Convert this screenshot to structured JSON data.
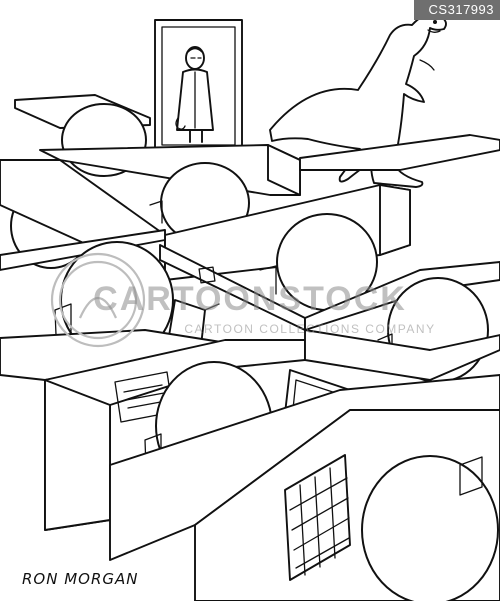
{
  "cartoon_id": "CS317993",
  "watermark": {
    "main": "CARTOONSTOCK",
    "sub": "CARTOON COLLECTIONS COMPANY"
  },
  "signature": "RON MORGAN",
  "colors": {
    "ink": "#111111",
    "paper": "#ffffff",
    "id_badge": "#6f6f6f"
  }
}
